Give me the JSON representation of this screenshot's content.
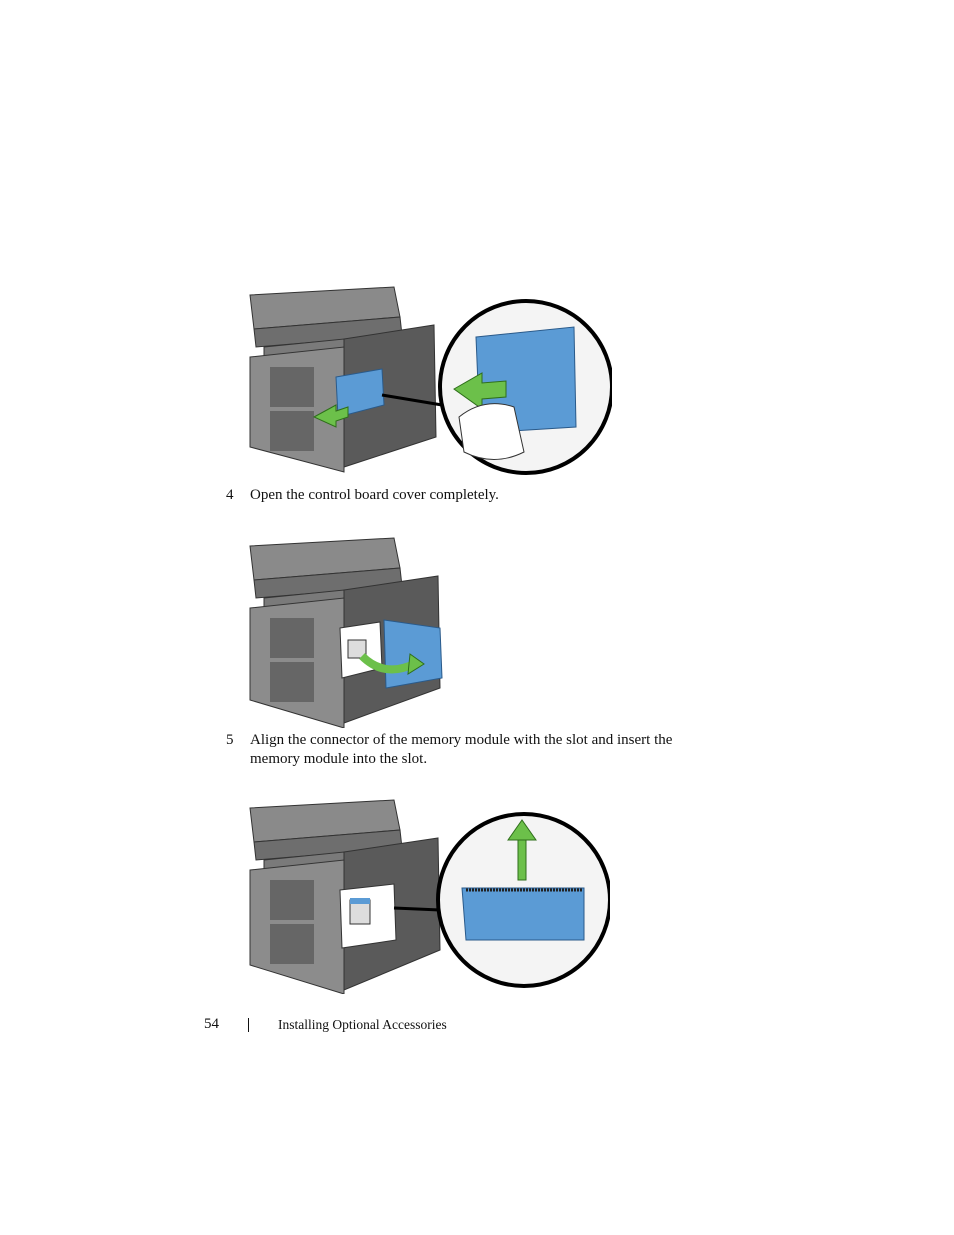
{
  "steps": [
    {
      "number": "4",
      "text": "Open the control board cover completely."
    },
    {
      "number": "5",
      "text": "Align the connector of the memory module with the slot and insert the memory module into the slot."
    }
  ],
  "footer": {
    "page_number": "54",
    "section_title": "Installing Optional Accessories"
  },
  "colors": {
    "printer_body": "#7a7a7a",
    "printer_dark": "#4a4a4a",
    "cover_blue": "#5b9bd5",
    "arrow_green": "#6cc04a"
  },
  "icons": [
    "remove-cover-arrow-icon",
    "open-cover-arrow-icon",
    "insert-direction-arrow-icon"
  ]
}
